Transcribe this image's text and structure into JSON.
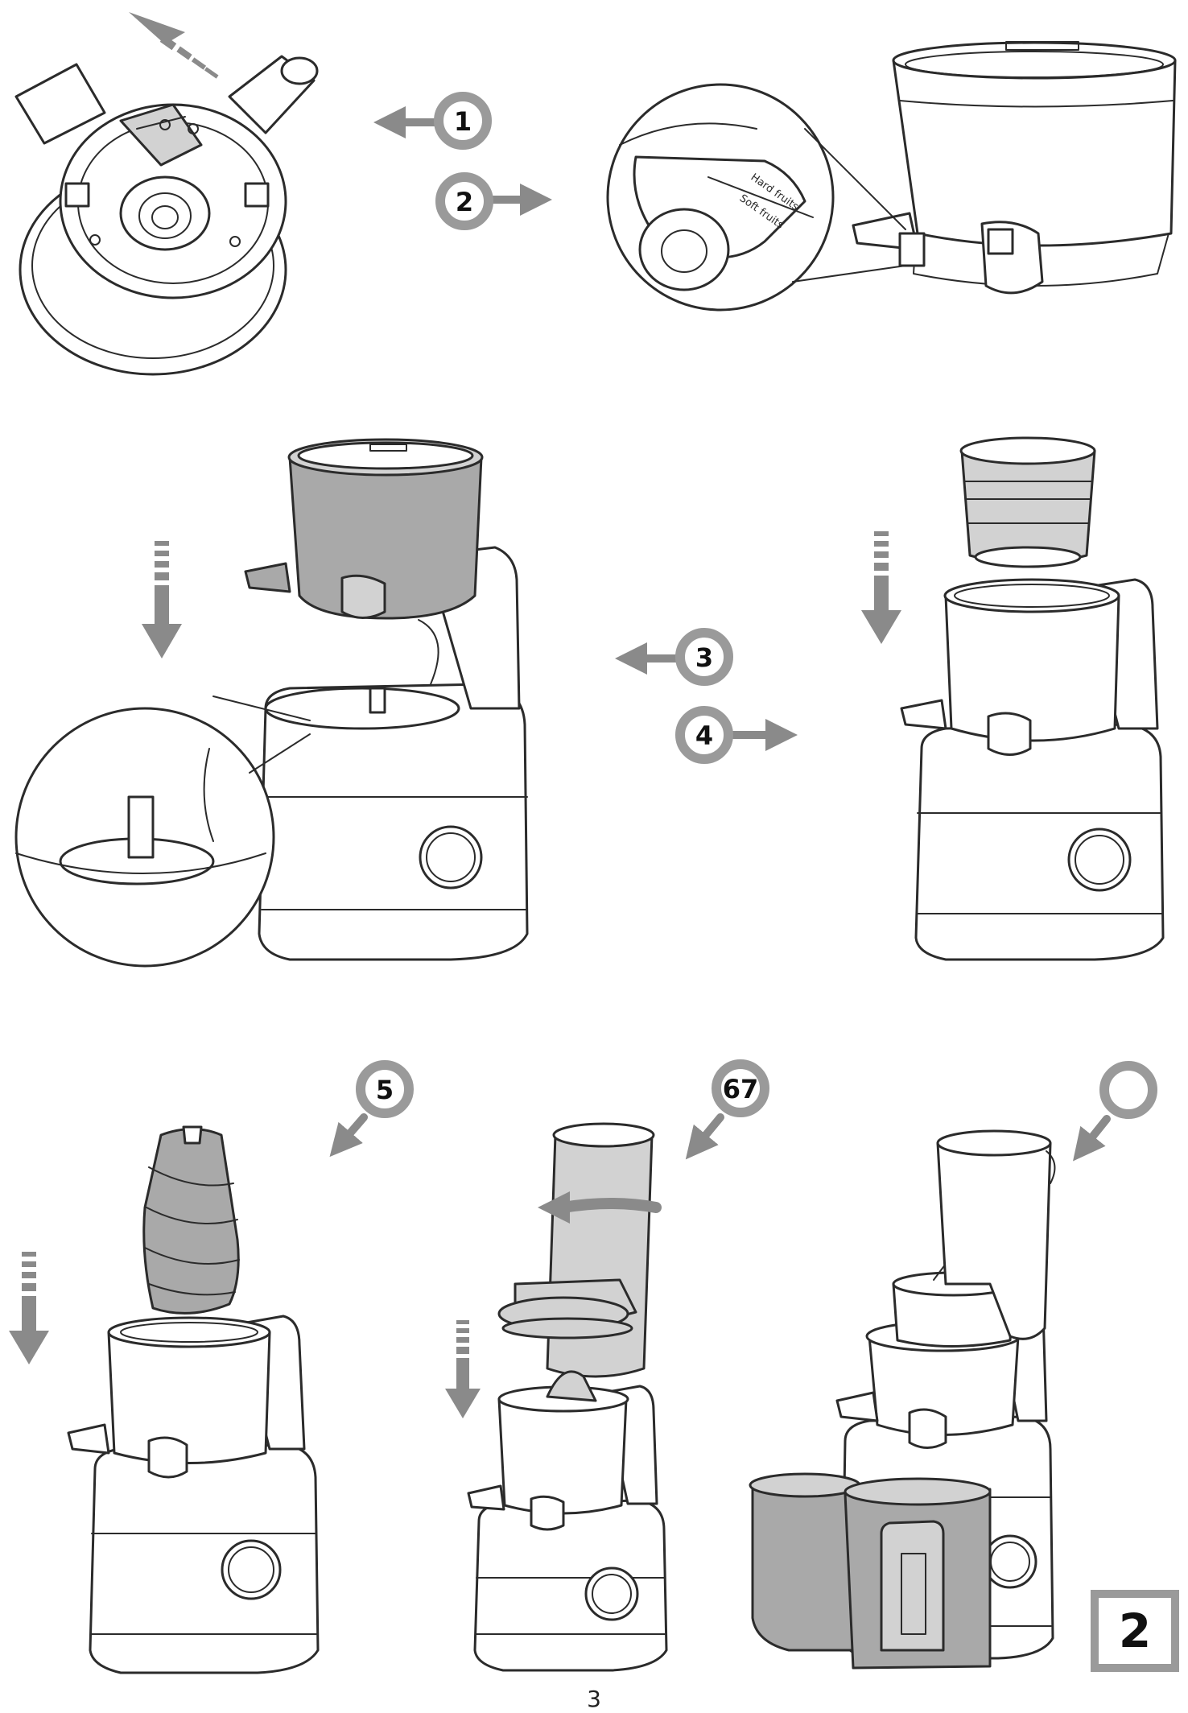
{
  "steps": [
    {
      "number": "1"
    },
    {
      "number": "2"
    },
    {
      "number": "3"
    },
    {
      "number": "4"
    },
    {
      "number": "5"
    },
    {
      "number": "67"
    },
    {
      "number": ""
    }
  ],
  "spout_labels": {
    "hard": "Hard fruits",
    "soft": "Soft fruits"
  },
  "figure_number": "2",
  "page_number": "3",
  "colors": {
    "line": "#2b2b2b",
    "part_fill": "#a9a9a9",
    "light_fill": "#d2d2d2",
    "badge_ring": "#9a9a9a",
    "arrow": "#8a8a8a"
  }
}
